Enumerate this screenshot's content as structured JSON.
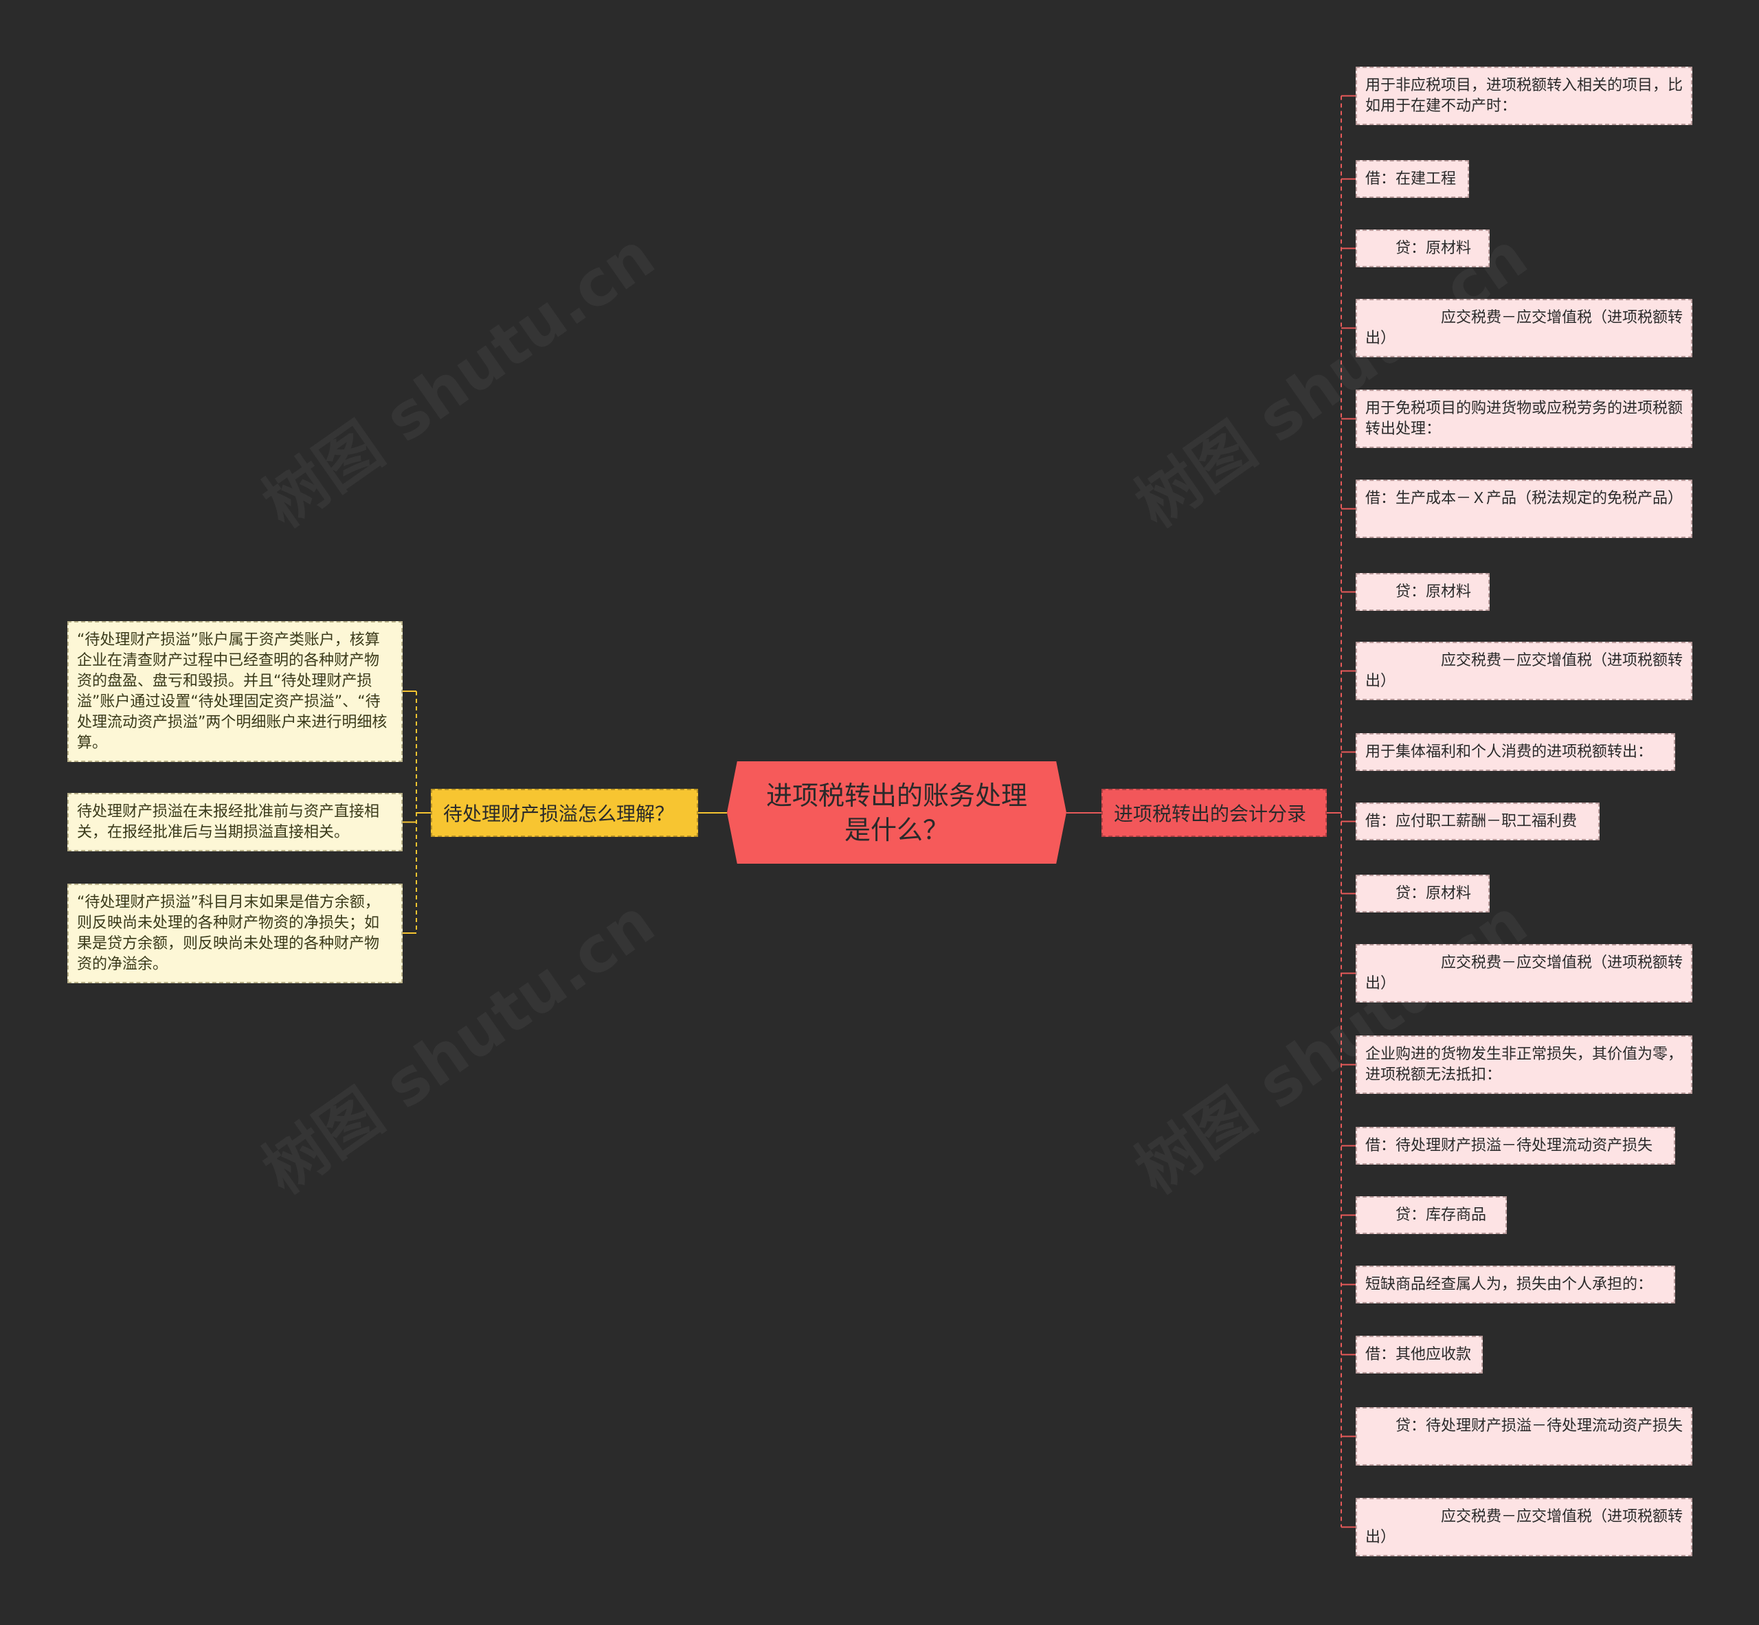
{
  "central": {
    "label": "进项税转出的账务处理是什么？"
  },
  "branches": {
    "right": {
      "label": "进项税转出的会计分录",
      "color": "#f2575a"
    },
    "left": {
      "label": "待处理财产损溢怎么理解？",
      "color": "#f7c531"
    }
  },
  "right_leaves": [
    "用于非应税项目，进项税额转入相关的项目，比如用于在建不动产时：",
    "借：在建工程",
    "　　贷：原材料",
    "　　　　　应交税费－应交增值税（进项税额转出）",
    "用于免税项目的购进货物或应税劳务的进项税额转出处理：",
    "借：生产成本－Ｘ产品（税法规定的免税产品）",
    "　　贷：原材料",
    "　　　　　应交税费－应交增值税（进项税额转出）",
    "用于集体福利和个人消费的进项税额转出：",
    "借：应付职工薪酬－职工福利费",
    "　　贷：原材料",
    "　　　　　应交税费－应交增值税（进项税额转出）",
    "企业购进的货物发生非正常损失，其价值为零，进项税额无法抵扣：",
    "借：待处理财产损溢－待处理流动资产损失",
    "　　贷：库存商品",
    "短缺商品经查属人为，损失由个人承担的：",
    "借：其他应收款",
    "　　贷：待处理财产损溢－待处理流动资产损失",
    "　　　　　应交税费－应交增值税（进项税额转出）"
  ],
  "left_leaves": [
    "“待处理财产损溢”账户属于资产类账户，核算企业在清查财产过程中已经查明的各种财产物资的盘盈、盘亏和毁损。并且“待处理财产损溢”账户通过设置“待处理固定资产损溢”、“待处理流动资产损溢”两个明细账户来进行明细核算。",
    "待处理财产损溢在未报经批准前与资产直接相关，在报经批准后与当期损溢直接相关。",
    "“待处理财产损溢”科目月末如果是借方余额，则反映尚未处理的各种财产物资的净损失；如果是贷方余额，则反映尚未处理的各种财产物资的净溢余。"
  ],
  "colors": {
    "background": "#2b2b2b",
    "central": "#f65a5a",
    "right_leaf": "#fde3e4",
    "left_leaf": "#fdf7d6",
    "right_line": "#e85a5a",
    "left_line": "#f7c531"
  }
}
